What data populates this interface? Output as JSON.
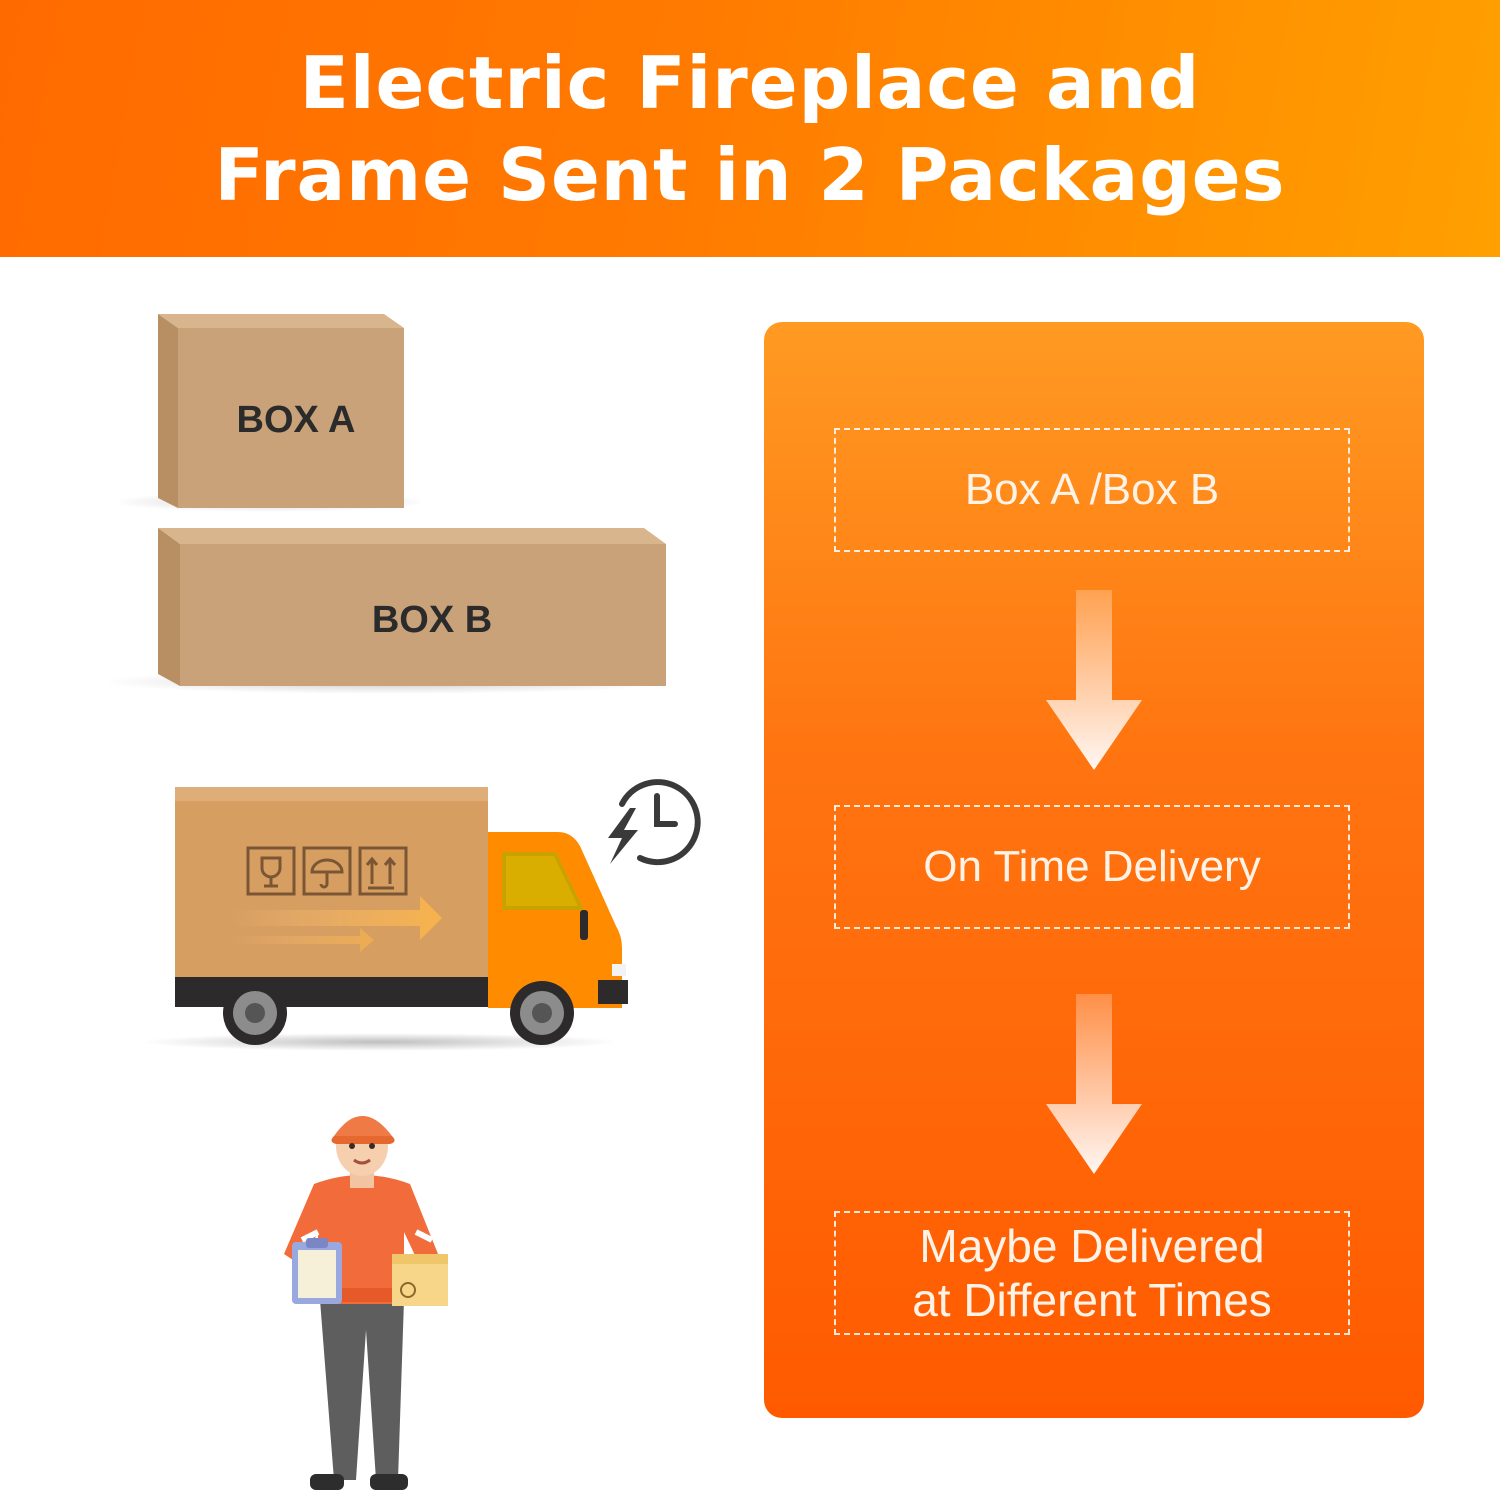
{
  "header": {
    "title_line1": "Electric Fireplace and",
    "title_line2": "Frame Sent in 2 Packages"
  },
  "boxes": {
    "box_a_label": "BOX A",
    "box_b_label": "BOX B"
  },
  "flow": {
    "steps": [
      {
        "label": "Box A /Box B"
      },
      {
        "label": "On Time Delivery"
      },
      {
        "label_line1": "Maybe Delivered",
        "label_line2": "at Different Times"
      }
    ]
  },
  "colors": {
    "banner_start": "#ff6a00",
    "banner_end": "#ffa000",
    "panel_top": "#ff9a22",
    "panel_bottom": "#ff5a00",
    "cardboard": "#caa27a",
    "truck_cab": "#ff8c00"
  },
  "icons": [
    "truck-icon",
    "clock-bolt-icon",
    "courier-illustration",
    "down-arrow-icon"
  ]
}
